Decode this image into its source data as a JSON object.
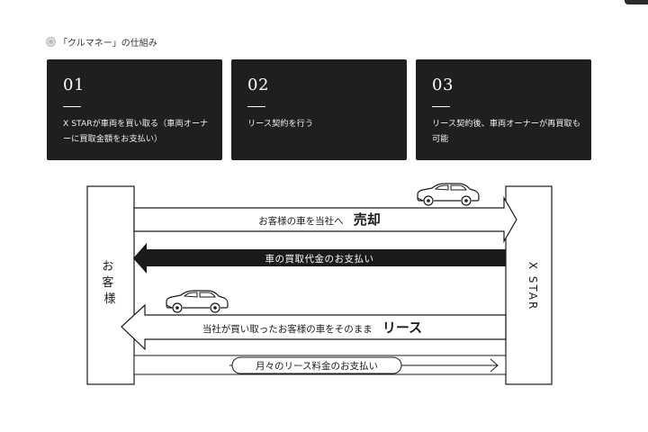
{
  "header": {
    "title": "「クルマネー」の仕組み"
  },
  "steps": [
    {
      "number": "01",
      "text": "X STARが車両を買い取る（車両オーナーに買取金額をお支払い）"
    },
    {
      "number": "02",
      "text": "リース契約を行う"
    },
    {
      "number": "03",
      "text": "リース契約後、車両オーナーが再買取も可能"
    }
  ],
  "diagram": {
    "left_party": "お客様",
    "right_party": "X STAR",
    "arrow_sell": {
      "prefix": "お客様の車を当社へ",
      "emphasis": "売却"
    },
    "arrow_payment": {
      "text": "車の買取代金のお支払い"
    },
    "arrow_lease": {
      "prefix": "当社が買い取ったお客様の車をそのまま",
      "emphasis": "リース"
    },
    "arrow_monthly": {
      "text": "月々のリース料金のお支払い"
    }
  }
}
